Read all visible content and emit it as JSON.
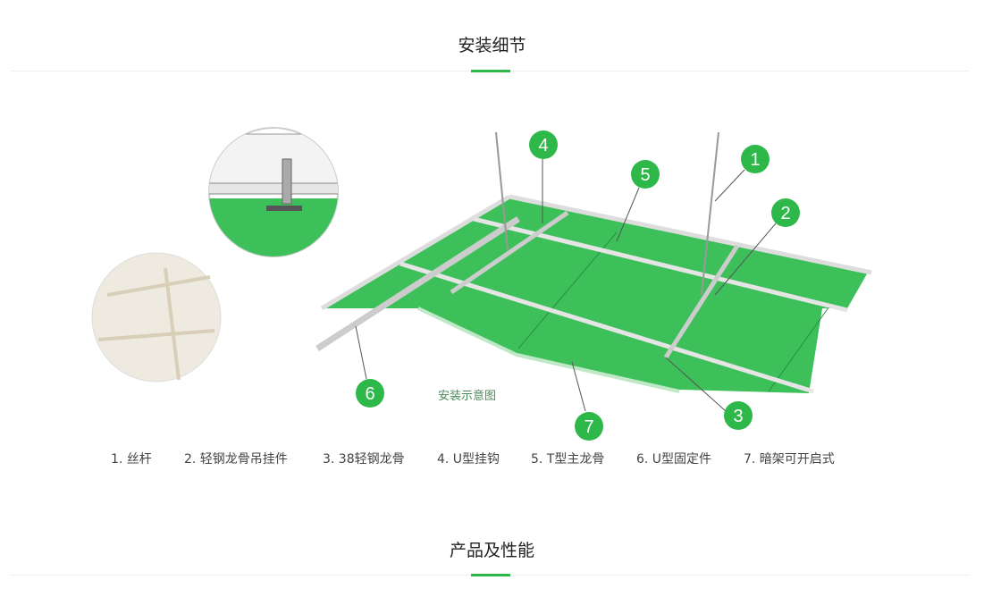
{
  "section1": {
    "title": "安装细节"
  },
  "diagram": {
    "caption": "安装示意图",
    "badges": [
      "1",
      "2",
      "3",
      "4",
      "5",
      "6",
      "7"
    ],
    "accent_color": "#2fb84a",
    "panel_color": "#3dbf5a"
  },
  "legend": [
    "1. 丝杆",
    "2. 轻钢龙骨吊挂件",
    "3. 38轻钢龙骨",
    "4. U型挂钩",
    "5. T型主龙骨",
    "6. U型固定件",
    "7. 暗架可开启式"
  ],
  "section2": {
    "title": "产品及性能"
  }
}
